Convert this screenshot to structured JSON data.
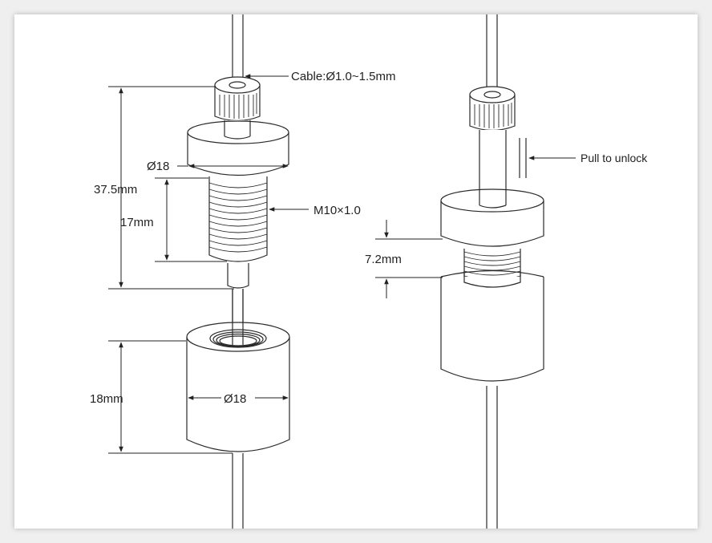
{
  "labels": {
    "cable": "Cable:Ø1.0~1.5mm",
    "overall_height": "37.5mm",
    "cap_diameter": "Ø18",
    "thread_length": "17mm",
    "thread_spec": "M10×1.0",
    "lower_height": "18mm",
    "lower_diameter": "Ø18",
    "pull_to_unlock": "Pull to unlock",
    "gap": "7.2mm"
  },
  "colors": {
    "background": "#efefef",
    "frame": "#ffffff",
    "stroke": "#2a2a2a",
    "fill": "#ffffff"
  }
}
